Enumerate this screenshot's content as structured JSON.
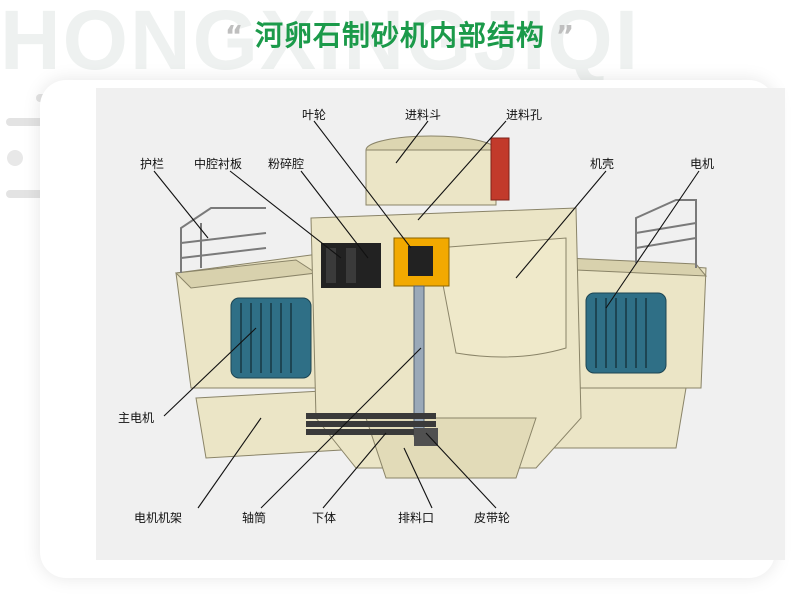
{
  "header": {
    "watermark_text": "HONGXINGJIQI",
    "quote_open": "“",
    "title": "河卵石制砂机内部结构",
    "quote_close": "”"
  },
  "labels": {
    "impeller": "叶轮",
    "feed_hopper": "进料斗",
    "feed_hole": "进料孔",
    "guardrail": "护栏",
    "cavity_liner": "中腔衬板",
    "crushing_chamber": "粉碎腔",
    "housing": "机壳",
    "motor": "电机",
    "main_motor": "主电机",
    "motor_frame": "电机机架",
    "shaft_tube": "轴筒",
    "lower_body": "下体",
    "discharge_port": "排料口",
    "pulley": "皮带轮"
  },
  "colors": {
    "title_green": "#1b9a4a",
    "machine_cream": "#ebe5c6",
    "motor_blue": "#2f6f86",
    "impeller_yellow": "#f2a900",
    "liner_black": "#222222",
    "hopper_red": "#c23a2b"
  }
}
